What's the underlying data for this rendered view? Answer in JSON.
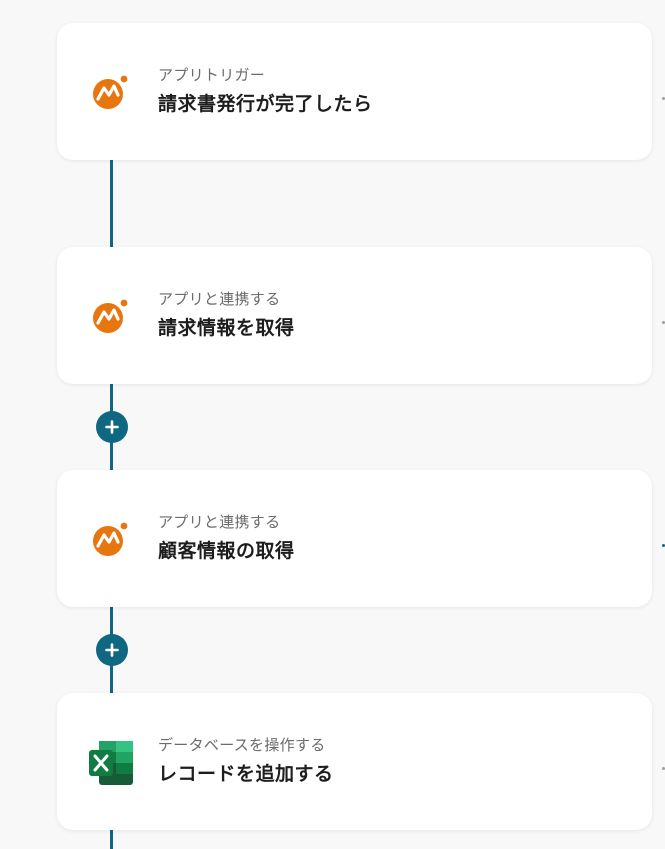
{
  "steps": [
    {
      "label": "アプリトリガー",
      "title": "請求書発行が完了したら",
      "app_icon": "money-forward-icon"
    },
    {
      "label": "アプリと連携する",
      "title": "請求情報を取得",
      "app_icon": "money-forward-icon"
    },
    {
      "label": "アプリと連携する",
      "title": "顧客情報の取得",
      "app_icon": "money-forward-icon"
    },
    {
      "label": "データベースを操作する",
      "title": "レコードを追加する",
      "app_icon": "excel-icon"
    }
  ],
  "colors": {
    "connector": "#0f6781",
    "add_button": "#0f6781",
    "mf_orange": "#e8760e",
    "excel_green": "#1d6f42"
  }
}
